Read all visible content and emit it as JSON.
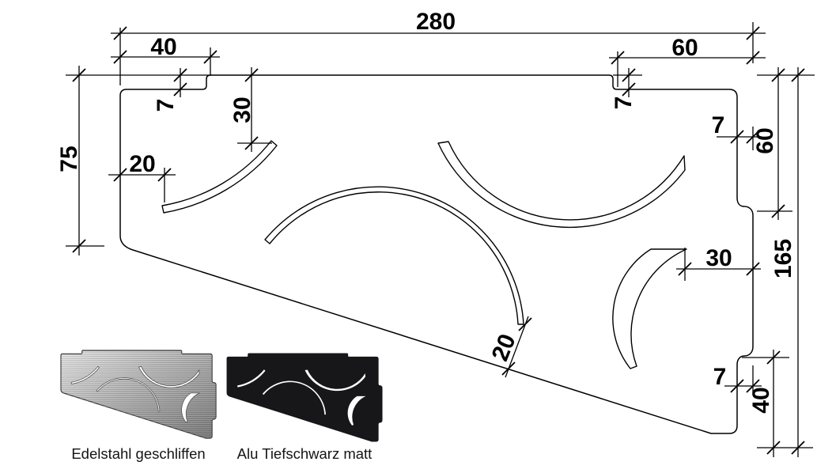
{
  "dims": {
    "overall_width": "280",
    "top_tab_offset_left": "40",
    "top_tab_offset_right": "60",
    "top_step_left": "7",
    "top_step_right": "7",
    "slot_top_left_vertical": "30",
    "side_height_left": "75",
    "slot_top_left_horizontal": "20",
    "right_step_upper": "7",
    "right_tab_top_distance": "60",
    "side_height_right": "165",
    "slot_right_edge_distance": "30",
    "slot_center_diagonal_distance": "20",
    "right_step_lower": "7",
    "right_tab_bottom_distance": "40"
  },
  "variants": [
    {
      "label": "Edelstahl geschliffen"
    },
    {
      "label": "Alu Tiefschwarz matt"
    }
  ],
  "colors": {
    "line": "#000000",
    "steel_light": "#dddddd",
    "steel_dark": "#6e6e6e",
    "black_matt": "#17171a",
    "slot_cutout": "#ffffff"
  }
}
